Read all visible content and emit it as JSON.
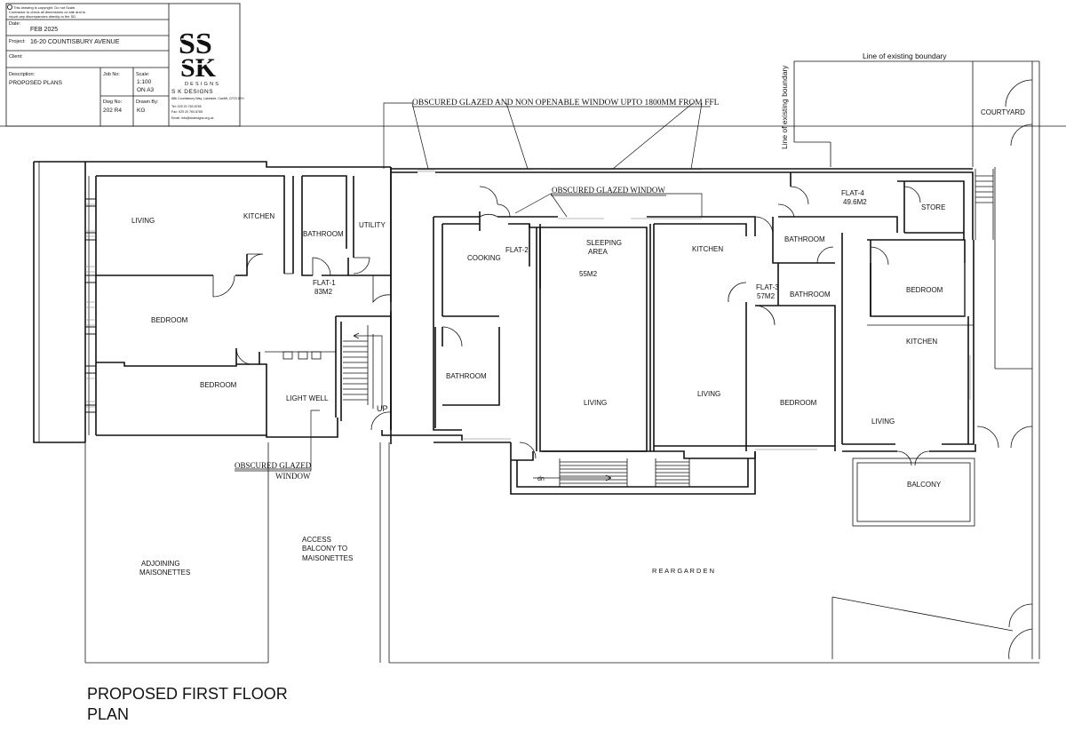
{
  "title_block": {
    "copyright_line1": "This drawing is copyright.    Do not Scale.",
    "copyright_line2": "Contractor to check all dimensions on site and to",
    "copyright_line3": "report any discrepancies directly to the SD.",
    "date_label": "Date:",
    "date_value": "FEB 2025",
    "project_label": "Project:",
    "project_value": "16-20 COUNTISBURY AVENUE",
    "client_label": "Client:",
    "client_value": "",
    "description_label": "Description:",
    "description_value": "PROPOSED PLANS",
    "job_no_label": "Job No:",
    "job_no_value": "",
    "scale_label": "Scale:",
    "scale_value_1": "1:100",
    "scale_value_2": "ON A3",
    "dwg_no_label": "Dwg No:",
    "dwg_no_value": "202 R4",
    "drawn_by_label": "Drawn By:",
    "drawn_by_value": "KG",
    "logo_text": "DESIGNS",
    "company_name": "S K DESIGNS",
    "company_address": "88b Countisbury Way, Lakeside, Cardiff, CF23 6EH",
    "company_tel": "Tel:    029 20 763 8765",
    "company_fax": "Fax:    029 20 763 8765",
    "company_email": "Email: info@skdesigns.org.uk"
  },
  "annotations": {
    "obscured_window_top": "OBSCURED GLAZED  AND NON OPENABLE  WINDOW UPTO 1800MM FROM FFL",
    "obscured_window_mid": "OBSCURED GLAZED WINDOW",
    "obscured_window_bottom_1": "OBSCURED GLAZED",
    "obscured_window_bottom_2": "WINDOW",
    "boundary_horizontal": "Line of existing boundary",
    "boundary_vertical": "Line of existing boundary",
    "courtyard": "COURTYARD",
    "up": "UP",
    "dn": "dn"
  },
  "rooms": {
    "f1_living": "LIVING",
    "f1_kitchen": "KITCHEN",
    "f1_bathroom": "BATHROOM",
    "f1_utility": "UTILITY",
    "f1_name": "FLAT-1",
    "f1_area": "83M2",
    "f1_bedroom_1": "BEDROOM",
    "f1_bedroom_2": "BEDROOM",
    "light_well": "LIGHT WELL",
    "f2_cooking": "COOKING",
    "f2_name": "FLAT-2",
    "f2_sleeping_1": "SLEEPING",
    "f2_sleeping_2": "AREA",
    "f2_area": "55M2",
    "f2_bathroom": "BATHROOM",
    "f2_living": "LIVING",
    "f3_kitchen": "KITCHEN",
    "f3_name": "FLAT-3",
    "f3_area": "57M2",
    "f3_bathroom_1": "BATHROOM",
    "f3_bathroom_2": "BATHROOM",
    "f3_living": "LIVING",
    "f3_bedroom": "BEDROOM",
    "f4_name": "FLAT-4",
    "f4_area": "49.6M2",
    "f4_store": "STORE",
    "f4_bedroom": "BEDROOM",
    "f4_kitchen": "KITCHEN",
    "f4_living": "LIVING",
    "balcony": "BALCONY",
    "adjoining_1": "ADJOINING",
    "adjoining_2": "MAISONETTES",
    "access_1": "ACCESS",
    "access_2": "BALCONY TO",
    "access_3": "MAISONETTES",
    "rear_garden": "R E A R   G A R D E N"
  },
  "drawing_title": {
    "line1": "PROPOSED FIRST FLOOR",
    "line2": "PLAN"
  }
}
